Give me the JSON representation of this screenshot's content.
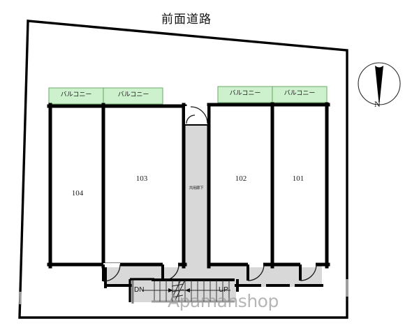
{
  "document": {
    "type": "floor-plan",
    "title": "Apartment building site layout plan",
    "road_label": "前面道路"
  },
  "compass": {
    "direction_letter": "N",
    "name": "north-arrow"
  },
  "balconies": [
    {
      "label": "バルコニー",
      "unit": "104"
    },
    {
      "label": "バルコニー",
      "unit": "103"
    },
    {
      "label": "バルコニー",
      "unit": "102"
    },
    {
      "label": "バルコニー",
      "unit": "101"
    }
  ],
  "units": [
    {
      "number": "104"
    },
    {
      "number": "103"
    },
    {
      "number": "102"
    },
    {
      "number": "101"
    }
  ],
  "corridor": {
    "label": "共用廊下"
  },
  "stairs": {
    "down_label": "DN",
    "up_label": "UP"
  },
  "watermark": {
    "text": "Apamanshop"
  },
  "colors": {
    "balcony_fill": "#cdf0cd",
    "balcony_stroke": "#7ab77a",
    "corridor_fill": "#d8d8d8",
    "wall": "#000000",
    "boundary": "#000000",
    "background": "#ffffff",
    "watermark": "#9a9a9a"
  }
}
